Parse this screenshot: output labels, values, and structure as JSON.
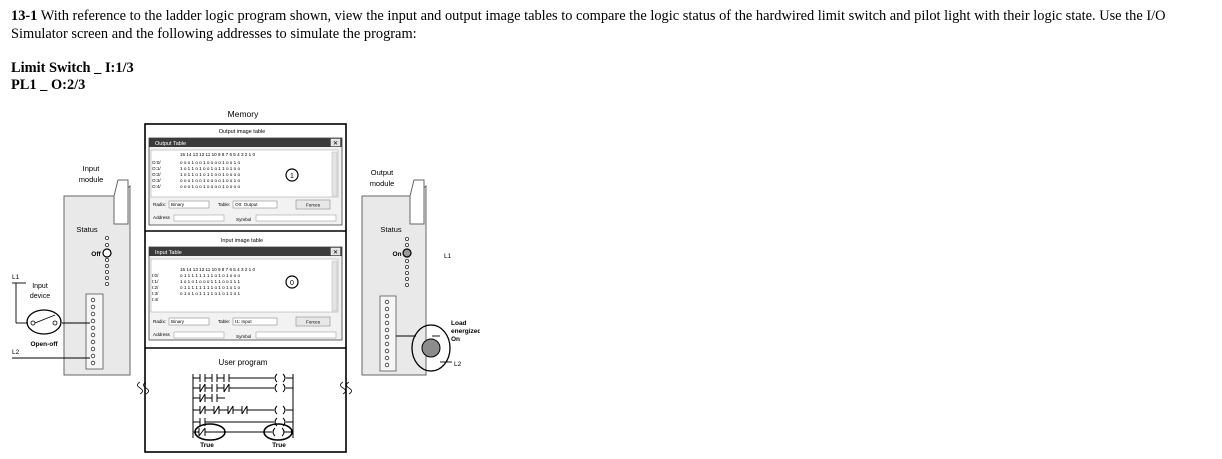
{
  "question": {
    "number": "13-1",
    "text": "With reference to the ladder logic program shown, view the input and output image tables to compare the logic status of the hardwired limit switch and pilot light with their logic state. Use the I/O Simulator screen and the following addresses to simulate the program:"
  },
  "addresses": {
    "limit_switch": "Limit Switch _ I:1/3",
    "pilot_light": "PL1 _ O:2/3"
  },
  "figure": {
    "memory_title": "Memory",
    "output_section_title": "Output image table",
    "input_section_title": "Input image table",
    "user_program_title": "User program",
    "output_table": {
      "window_title": "Output Table",
      "header": "15 14 13 12 11 10  9  8  7  6  5  4  3  2  1  0",
      "row_labels": [
        "O:0/",
        "O:1/",
        "O:2/",
        "O:3/",
        "O:4/"
      ],
      "rows": [
        "o o o 1 o o 1 o o o o 1 o o 1 o",
        "1 o 1 1 o 1 o o 1 o 1 1 o 1 o o",
        "1 o 1 1 o 1 o 1 1 o o 1 o o o o",
        "o o o 1 o o 1 o o o o 1 o o 1 o",
        "o o o 1 o o 1 o o o o 1 o o o o"
      ],
      "radix_label": "Radix:",
      "radix_value": "Binary",
      "table_label": "Table:",
      "table_value": "O0: Output",
      "forces_button": "Forces",
      "address_label": "Address",
      "symbol_label": "Symbol"
    },
    "input_table": {
      "window_title": "Input Table",
      "header": "15 14 13 12 11 10  9  8  7  6  5  4  3  2  1  0",
      "row_labels": [
        "I:0/",
        "I:1/",
        "I:2/",
        "I:3/",
        "I:4/"
      ],
      "rows": [
        "o 1 1 1 1 1 1 1 1 o 1 o 1 o o o",
        "1 o 1 o 1 o o o 1 1 1 o o 1 1 1",
        "o 1 1 1 1 1 1 1 1 o 1 o 1 o 1 o",
        "o 1 o 1 o 1 1 1 1 o 1 o 1 1 o 1",
        ""
      ],
      "radix_label": "Radix:",
      "radix_value": "Binary",
      "table_label": "Table:",
      "table_value": "I1: Input",
      "forces_button": "Forces",
      "address_label": "Address",
      "symbol_label": "Symbol"
    },
    "input_module": {
      "title": "Input module",
      "status_label": "Status",
      "state_label": "Off",
      "line_top": "L1",
      "line_bottom": "L2",
      "device_label": "Input device",
      "switch_label": "Open-off"
    },
    "output_module": {
      "title": "Output module",
      "status_label": "Status",
      "state_label": "On",
      "line_top": "L1",
      "line_bottom": "L2",
      "load_label": "Load energized",
      "load_state": "On"
    },
    "rung_labels": {
      "left": "True",
      "right": "True"
    },
    "output_circle_value": "1",
    "input_circle_value": "0"
  }
}
